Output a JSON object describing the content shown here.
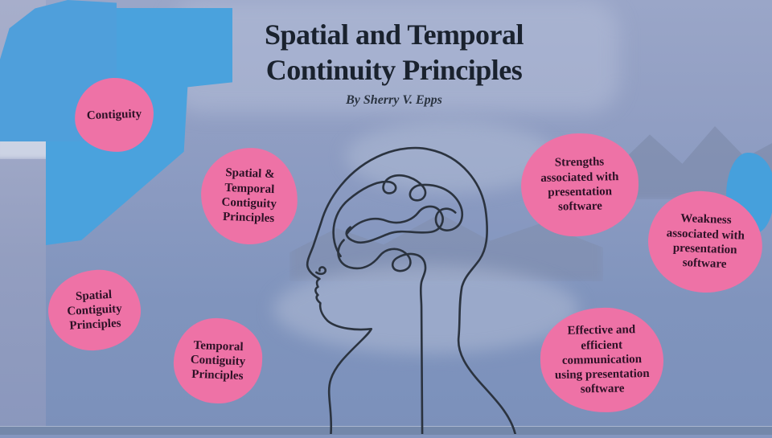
{
  "slide": {
    "title_lines": [
      "Spatial and Temporal",
      "Continuity Principles"
    ],
    "byline": "By Sherry V. Epps"
  },
  "topics": [
    {
      "label": "Contiguity"
    },
    {
      "label": "Spatial & Temporal Contiguity Principles"
    },
    {
      "label": "Spatial Contiguity Principles"
    },
    {
      "label": "Temporal Contiguity Principles"
    },
    {
      "label": "Strengths associated with presentation software"
    },
    {
      "label": "Weakness associated with presentation software"
    },
    {
      "label": "Effective and efficient communication using presentation software"
    }
  ],
  "center_image": {
    "name": "head-profile-brain-scribble-line-art"
  },
  "colors": {
    "bubble_pink": "#ee72a6",
    "bubble_text": "#2d1126",
    "title_text": "#1a222e",
    "accent_blue": "#4aa2dd",
    "background_blue": "#8496bf",
    "line_art": "#2b333f"
  }
}
